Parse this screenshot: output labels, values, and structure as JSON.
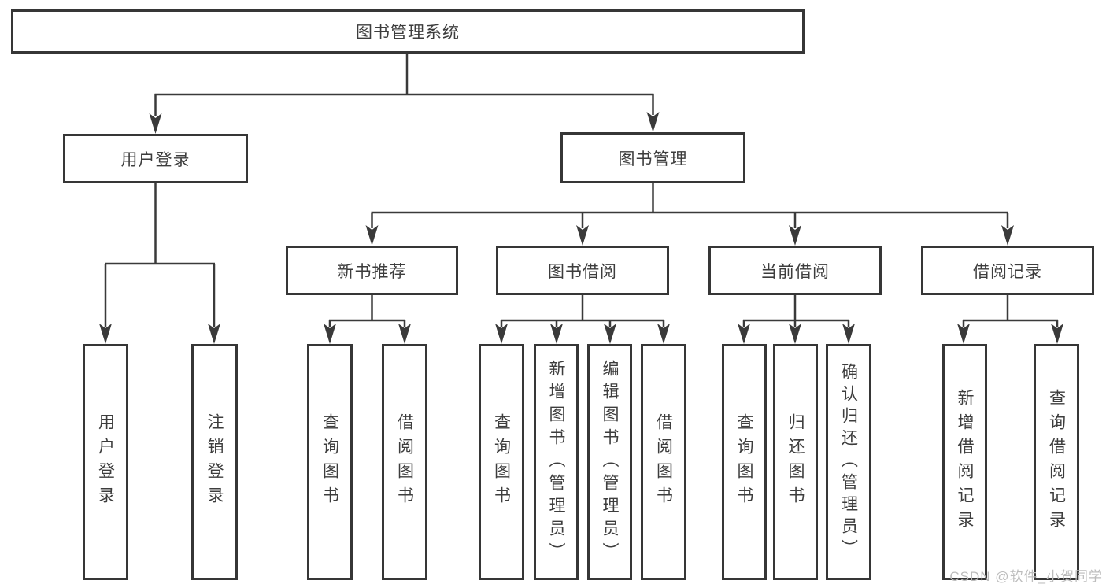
{
  "diagram": {
    "root": {
      "label": "图书管理系统"
    },
    "user_login": {
      "label": "用户登录",
      "children": [
        {
          "label": "用户登录"
        },
        {
          "label": "注销登录"
        }
      ]
    },
    "book_mgmt": {
      "label": "图书管理",
      "sections": [
        {
          "label": "新书推荐",
          "children": [
            {
              "label": "查询图书"
            },
            {
              "label": "借阅图书"
            }
          ]
        },
        {
          "label": "图书借阅",
          "children": [
            {
              "label": "查询图书"
            },
            {
              "label": "新增图书（管理员）"
            },
            {
              "label": "编辑图书（管理员）"
            },
            {
              "label": "借阅图书"
            }
          ]
        },
        {
          "label": "当前借阅",
          "children": [
            {
              "label": "查询图书"
            },
            {
              "label": "归还图书"
            },
            {
              "label": "确认归还（管理员）"
            }
          ]
        },
        {
          "label": "借阅记录",
          "children": [
            {
              "label": "新增借阅记录"
            },
            {
              "label": "查询借阅记录"
            }
          ]
        }
      ]
    },
    "colors": {
      "line": "#3a3a3a",
      "text": "#3d3d3d",
      "watermark": "#bcbcbc",
      "background": "#ffffff"
    }
  },
  "watermark": {
    "text": "CSDN @软件_小贺同学"
  }
}
